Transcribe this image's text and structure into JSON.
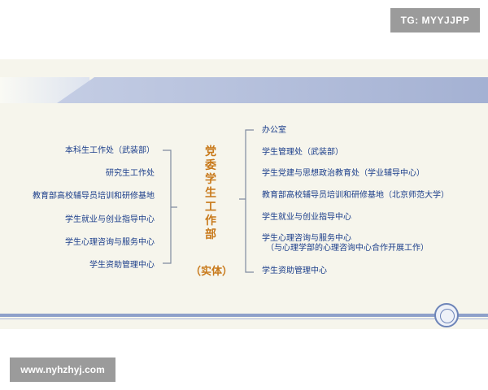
{
  "watermark_top": "TG: MYYJJPP",
  "watermark_bottom": "www.nyhzhyj.com",
  "org_chart": {
    "center": {
      "title_chars": [
        "党",
        "委",
        "学",
        "生",
        "工",
        "作",
        "部"
      ],
      "subtitle": "（实体）"
    },
    "left_items": [
      "本科生工作处（武装部）",
      "研究生工作处",
      "教育部高校辅导员培训和研修基地",
      "学生就业与创业指导中心",
      "学生心理咨询与服务中心",
      "学生资助管理中心"
    ],
    "right_items": [
      {
        "line1": "办公室",
        "line2": ""
      },
      {
        "line1": "学生管理处（武装部）",
        "line2": ""
      },
      {
        "line1": "学生党建与思想政治教育处（学业辅导中心）",
        "line2": ""
      },
      {
        "line1": "教育部高校辅导员培训和研修基地（北京师范大学）",
        "line2": ""
      },
      {
        "line1": "学生就业与创业指导中心",
        "line2": ""
      },
      {
        "line1": "学生心理咨询与服务中心",
        "line2": "（与心理学部的心理咨询中心合作开展工作）"
      },
      {
        "line1": "学生资助管理中心",
        "line2": ""
      }
    ]
  },
  "colors": {
    "text_blue": "#1a3d8a",
    "title_orange": "#c8791a",
    "banner_blue": "#a4b1d3",
    "brace_gray": "#7f8ba0"
  },
  "icons": {
    "emblem": "university-seal-icon"
  }
}
